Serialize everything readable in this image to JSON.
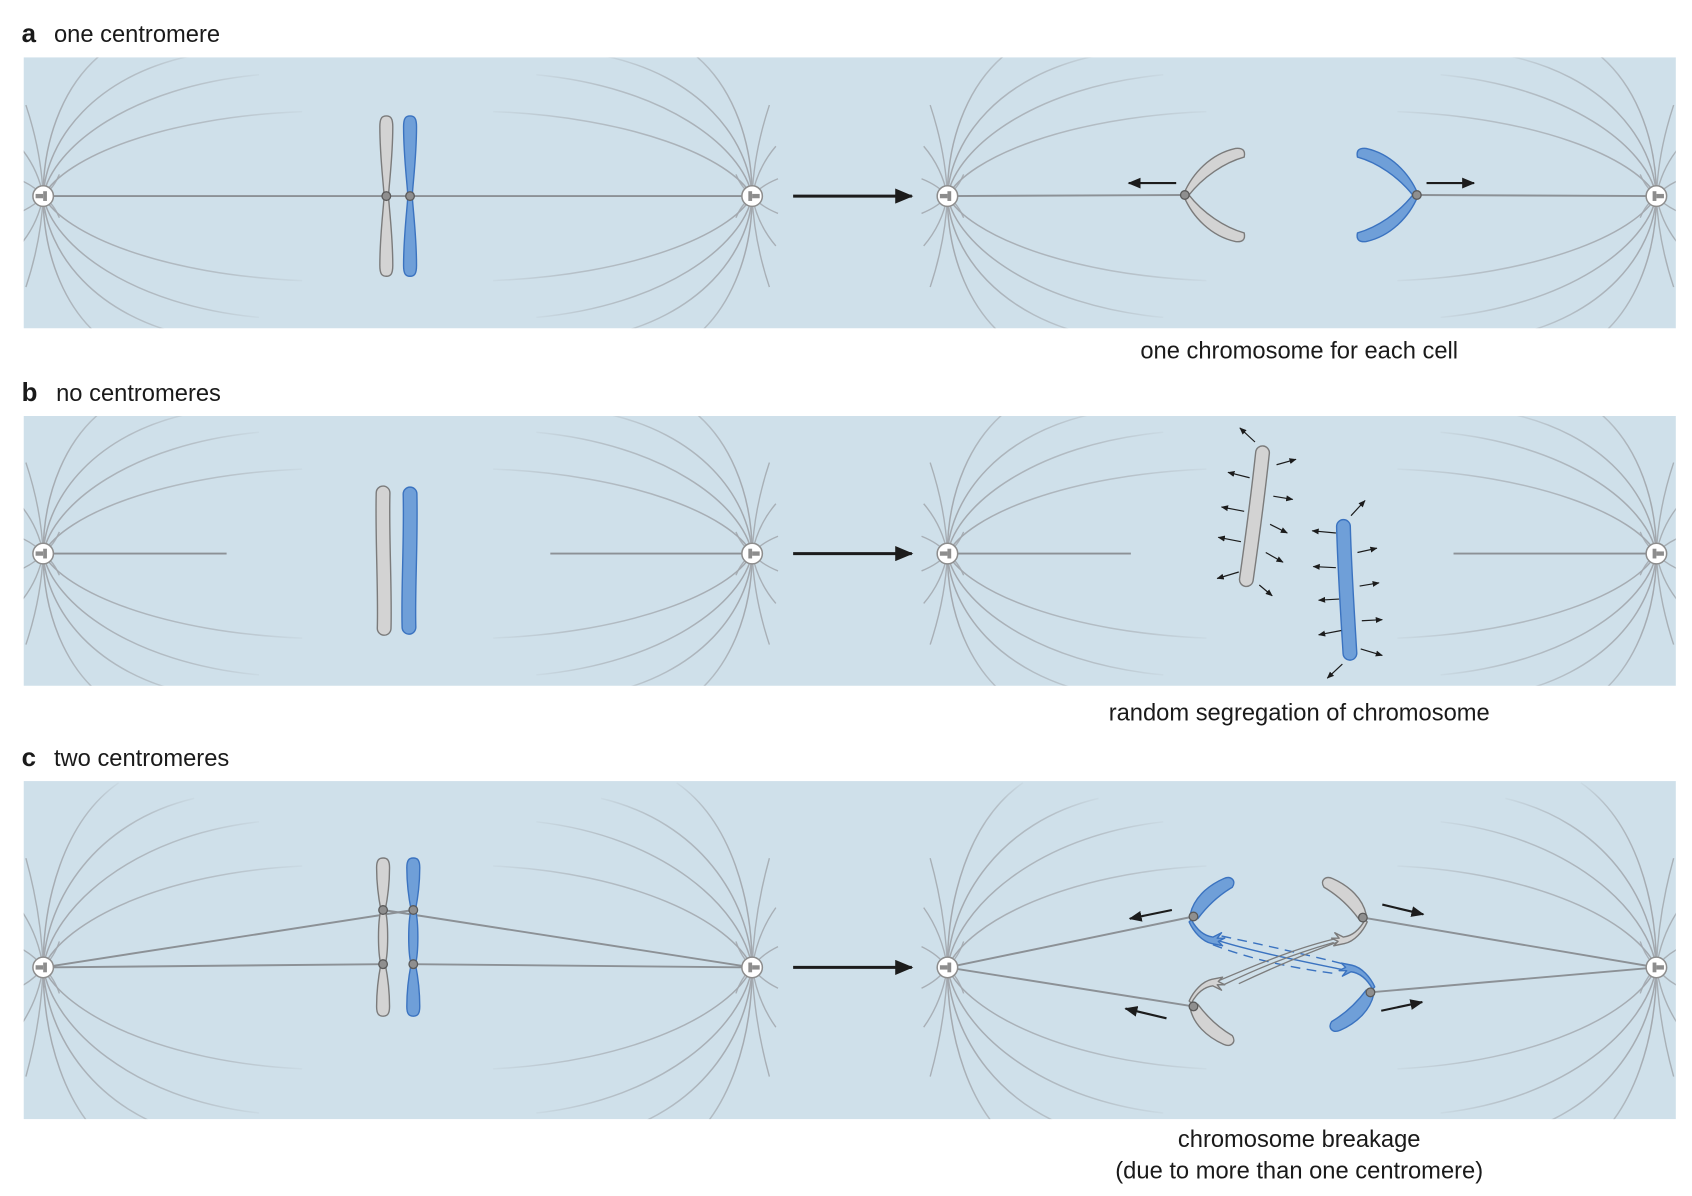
{
  "panels": [
    {
      "letter": "a",
      "title": "one centromere",
      "caption": [
        "one chromosome for each cell"
      ]
    },
    {
      "letter": "b",
      "title": "no centromeres",
      "caption": [
        "random segregation of chromosome"
      ]
    },
    {
      "letter": "c",
      "title": "two centromeres",
      "caption": [
        "chromosome breakage",
        "(due to more than one centromere)"
      ]
    }
  ],
  "colors": {
    "panel_background": "#cfe0ea",
    "spindle_fiber": "#a2a7ad",
    "spindle_line": "#8c9196",
    "gray_chromatid": "#d3d3d3",
    "gray_outline": "#7b7b7b",
    "blue_chromatid": "#6f9fd8",
    "blue_outline": "#3b73c0",
    "centromere": "#8f8f8f",
    "arrow": "#1c1c1c",
    "text": "#1a1a1a"
  },
  "icons": {
    "spindle_pole": "centrosome-icon",
    "centromere": "centromere-dot"
  }
}
